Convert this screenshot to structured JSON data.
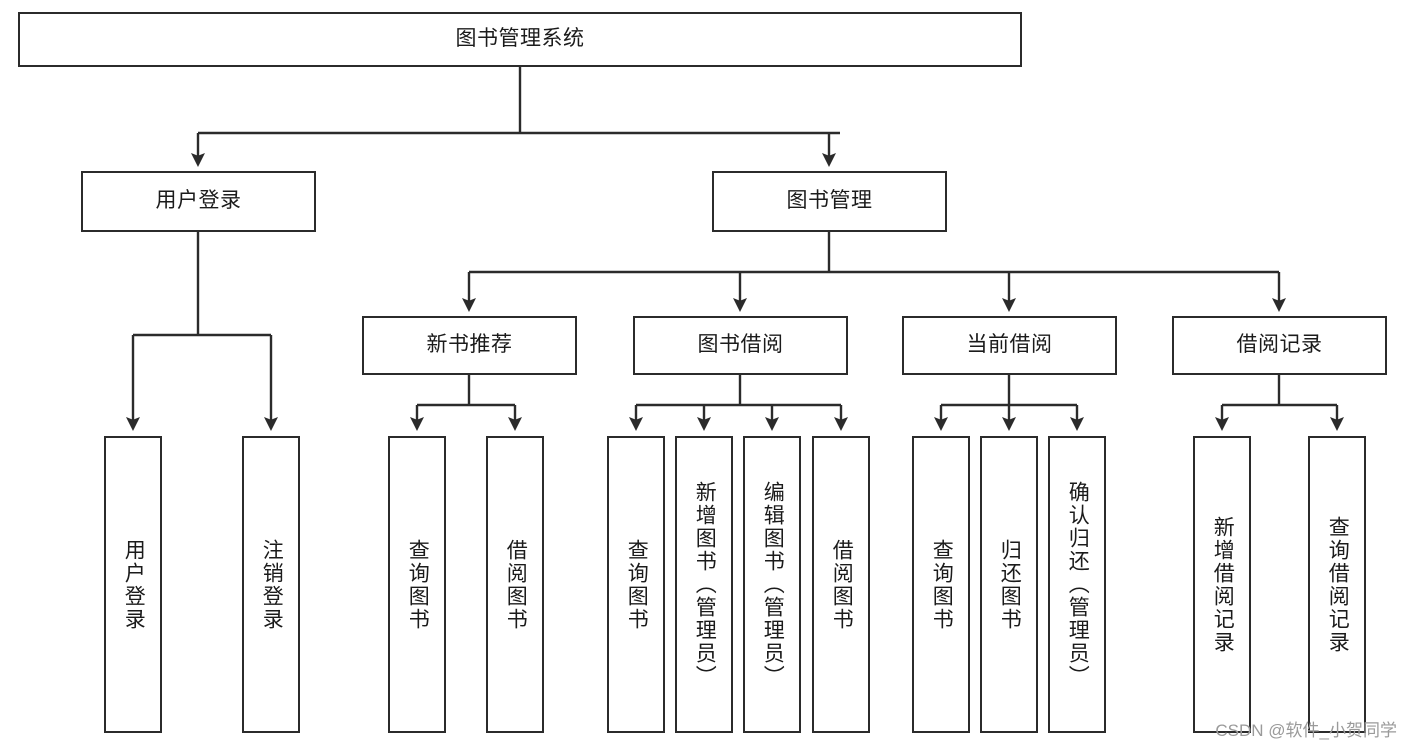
{
  "diagram": {
    "title": "图书管理系统",
    "type": "tree-hierarchy",
    "colors": {
      "stroke": "#2b2b2b",
      "fill": "#ffffff",
      "text": "#1b1b1b",
      "watermark": "#9a9a9a"
    },
    "root": {
      "label": "图书管理系统"
    },
    "level2": [
      {
        "label": "用户登录"
      },
      {
        "label": "图书管理"
      }
    ],
    "level3": [
      {
        "label": "新书推荐"
      },
      {
        "label": "图书借阅"
      },
      {
        "label": "当前借阅"
      },
      {
        "label": "借阅记录"
      }
    ],
    "leaves": {
      "user_login": [
        {
          "label": "用户登录"
        },
        {
          "label": "注销登录"
        }
      ],
      "new_book_recommend": [
        {
          "label": "查询图书"
        },
        {
          "label": "借阅图书"
        }
      ],
      "book_borrow": [
        {
          "label": "查询图书"
        },
        {
          "label": "新增图书（管理员）"
        },
        {
          "label": "编辑图书（管理员）"
        },
        {
          "label": "借阅图书"
        }
      ],
      "current_borrow": [
        {
          "label": "查询图书"
        },
        {
          "label": "归还图书"
        },
        {
          "label": "确认归还（管理员）"
        }
      ],
      "borrow_record": [
        {
          "label": "新增借阅记录"
        },
        {
          "label": "查询借阅记录"
        }
      ]
    }
  },
  "watermark": {
    "text": "CSDN @软件_小贺同学"
  }
}
